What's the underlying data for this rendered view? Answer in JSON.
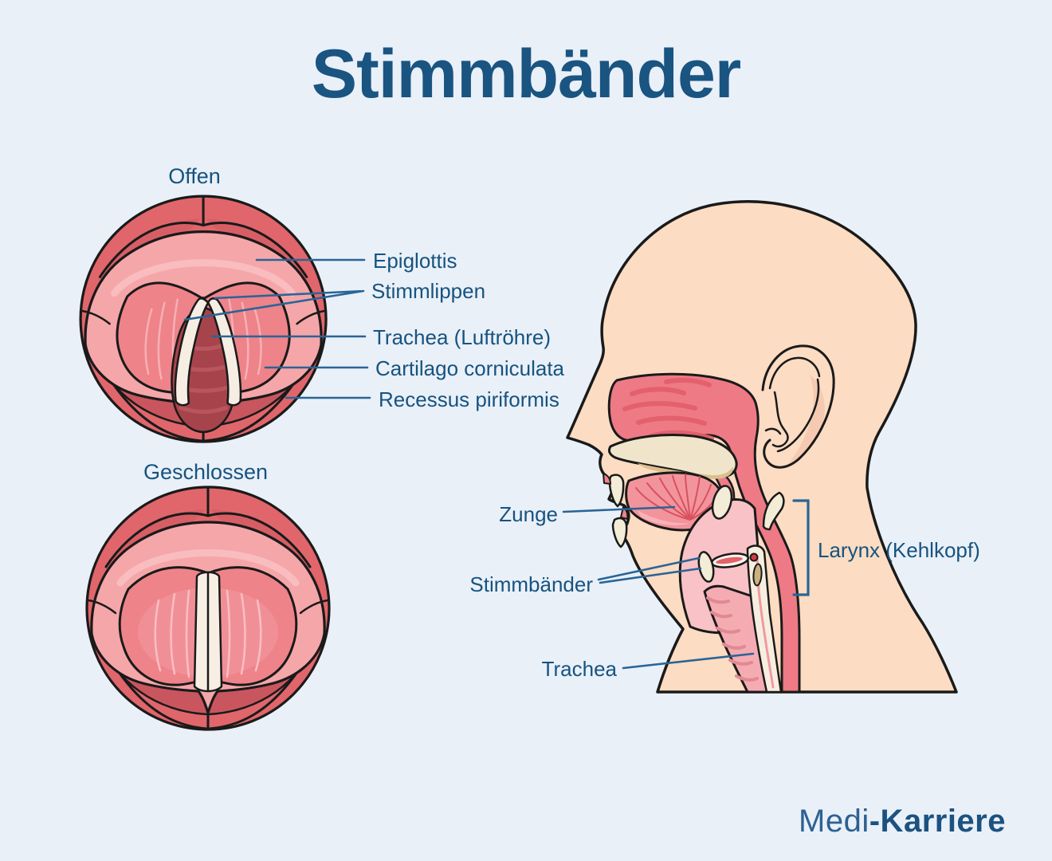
{
  "page": {
    "title": "Stimmbänder",
    "background": "#e9f0f8"
  },
  "left_panel": {
    "open_label": "Offen",
    "closed_label": "Geschlossen",
    "annotations": {
      "epiglottis": "Epiglottis",
      "stimmlippen": "Stimmlippen",
      "trachea": "Trachea (Luftröhre)",
      "cartilago": "Cartilago corniculata",
      "recessus": "Recessus piriformis"
    }
  },
  "right_panel": {
    "annotations": {
      "zunge": "Zunge",
      "stimmbaender": "Stimmbänder",
      "trachea": "Trachea",
      "larynx": "Larynx (Kehlkopf)"
    }
  },
  "branding": {
    "logo_regular": "Medi",
    "logo_bold": "-Karriere"
  },
  "colors": {
    "background": "#e9f0f8",
    "title_text": "#1a5481",
    "label_text": "#17537f",
    "leader_line": "#2a6496",
    "outline": "#1a1a1a",
    "skin": "#fcdcc2",
    "ring_red": "#e0666c",
    "dark_red": "#c9565e",
    "band_pink": "#f5a6a9",
    "muscle_pink": "#ee838a",
    "trachea_dark": "#a7444b",
    "cord_cream": "#f6eee3",
    "mucosa_red": "#ee7a85",
    "palate_cream": "#f0e5ca"
  }
}
